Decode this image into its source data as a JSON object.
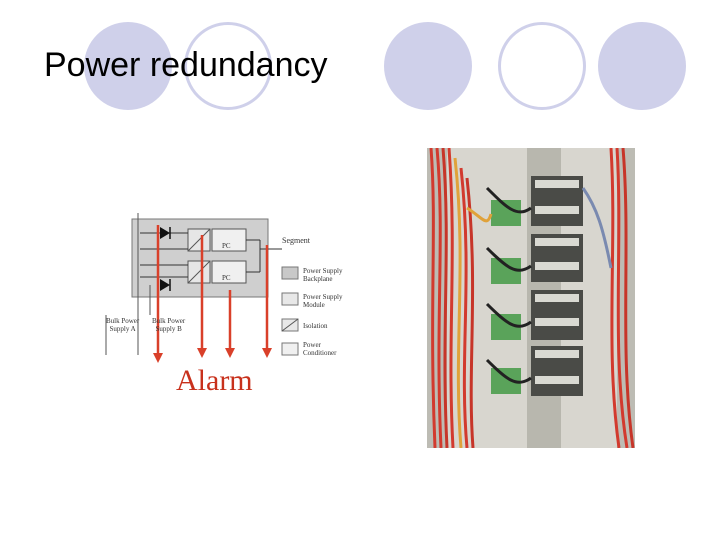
{
  "slide": {
    "title": "Power redundancy",
    "accent_color": "#cfd0ea"
  },
  "diagram": {
    "segment_label": "Segment",
    "pc_label": "PC",
    "legend": [
      {
        "label": "Power Supply\nBackplane"
      },
      {
        "label": "Power Supply\nModule"
      },
      {
        "label": "Isolation"
      },
      {
        "label": "Power\nConditioner"
      }
    ],
    "bulk_a": "Bulk Power\nSupply A",
    "bulk_b": "Bulk Power\nSupply B",
    "alarm_label": "Alarm",
    "arrow_color": "#d9402a"
  },
  "photo": {
    "description_icon": "power-supply-panel-photo"
  }
}
